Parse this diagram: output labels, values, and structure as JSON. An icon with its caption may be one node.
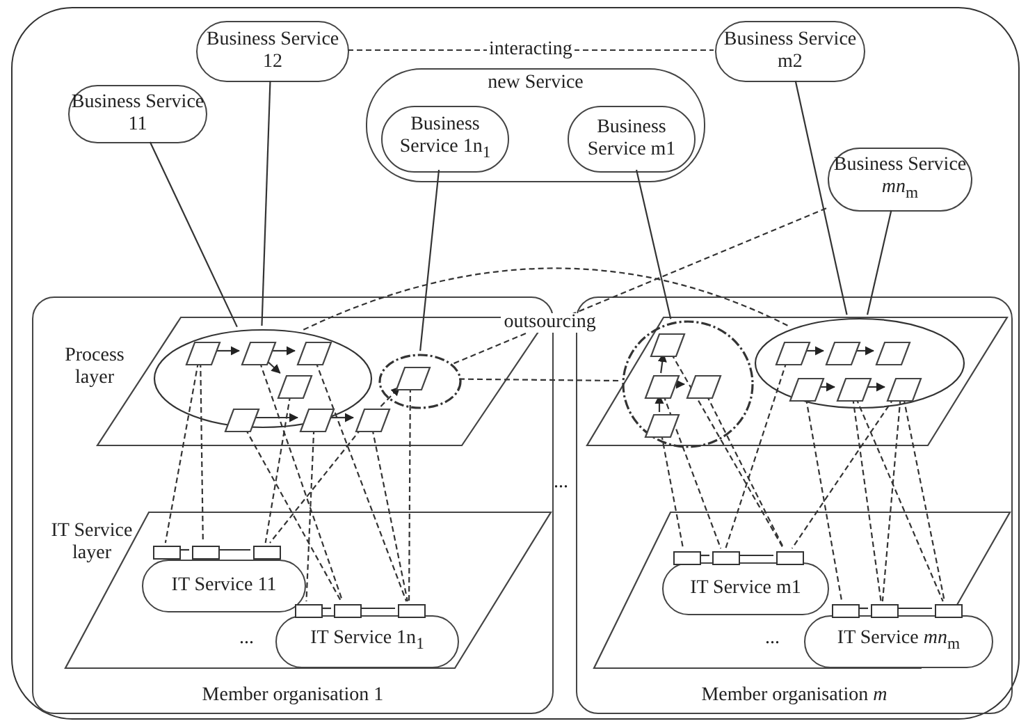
{
  "diagram": {
    "nodes": [
      {
        "text": [],
        "shape": "box"
      },
      {
        "text": [
          "Business Service 12"
        ],
        "in": 0
      },
      {
        "text": [
          "Business Service m2"
        ],
        "in": 0
      },
      {
        "text": [
          "new Service"
        ],
        "in": 0
      },
      {
        "text": [
          "Business Service 1n$_{1}$"
        ],
        "in": 3
      },
      {
        "text": [
          "Business Service m1"
        ],
        "in": 3
      },
      {
        "text": [
          "Business Service 11"
        ],
        "in": 0
      },
      {
        "text": [
          "Business Service *mn*$_{m}$"
        ],
        "in": 0
      },
      {
        "text": [
          "Member organisation 1"
        ],
        "in": 0
      },
      {
        "text": [
          "Process layer"
        ],
        "in": 8
      },
      {
        "text": [],
        "shape": "ellipse",
        "in": 9
      },
      {
        "text": [],
        "shape": "ellipse",
        "in": 9
      },
      {
        "text": [
          "IT Service layer"
        ],
        "in": 8
      },
      {
        "text": [
          "IT Service 11"
        ],
        "in": 12
      },
      {
        "text": [
          "IT Service 1n$_{1}$"
        ],
        "in": 12
      },
      {
        "text": [
          "Member organisation *m*"
        ],
        "in": 0
      },
      {
        "text": [],
        "shape": "parallelogram",
        "in": 15
      },
      {
        "text": [],
        "shape": "ellipse",
        "in": 16
      },
      {
        "text": [],
        "shape": "ellipse",
        "in": 16
      },
      {
        "text": [],
        "shape": "parallelogram",
        "in": 15
      },
      {
        "text": [
          "IT Service m1"
        ],
        "in": 19
      },
      {
        "text": [
          "IT Service *mn*$_{m}$"
        ],
        "in": 19
      },
      {
        "text": [],
        "shape": "parallelogram",
        "in": 10
      },
      {
        "text": [],
        "shape": "parallelogram",
        "in": 10
      },
      {
        "text": [],
        "shape": "parallelogram",
        "in": 10
      },
      {
        "text": [],
        "shape": "parallelogram",
        "in": 10
      },
      {
        "text": [],
        "shape": "parallelogram",
        "in": 9
      },
      {
        "text": [],
        "shape": "parallelogram",
        "in": 9
      },
      {
        "text": [],
        "shape": "parallelogram",
        "in": 9
      },
      {
        "text": [],
        "shape": "parallelogram",
        "in": 11
      },
      {
        "text": [],
        "shape": "box",
        "in": 12
      },
      {
        "text": [],
        "shape": "box",
        "in": 12
      },
      {
        "text": [],
        "shape": "box",
        "in": 12
      },
      {
        "text": [],
        "shape": "box",
        "in": 12
      },
      {
        "text": [],
        "shape": "box",
        "in": 12
      },
      {
        "text": [],
        "shape": "box",
        "in": 12
      },
      {
        "text": [],
        "shape": "parallelogram",
        "in": 17
      },
      {
        "text": [],
        "shape": "parallelogram",
        "in": 17
      },
      {
        "text": [],
        "shape": "parallelogram",
        "in": 17
      },
      {
        "text": [],
        "shape": "parallelogram",
        "in": 17
      },
      {
        "text": [],
        "shape": "parallelogram",
        "in": 18
      },
      {
        "text": [],
        "shape": "parallelogram",
        "in": 18
      },
      {
        "text": [],
        "shape": "parallelogram",
        "in": 18
      },
      {
        "text": [],
        "shape": "parallelogram",
        "in": 18
      },
      {
        "text": [],
        "shape": "parallelogram",
        "in": 18
      },
      {
        "text": [],
        "shape": "parallelogram",
        "in": 18
      },
      {
        "text": [],
        "shape": "box",
        "in": 19
      },
      {
        "text": [],
        "shape": "box",
        "in": 19
      },
      {
        "text": [],
        "shape": "box",
        "in": 19
      },
      {
        "text": [],
        "shape": "box",
        "in": 19
      },
      {
        "text": [],
        "shape": "box",
        "in": 19
      },
      {
        "text": [],
        "shape": "box",
        "in": 19
      }
    ],
    "edges": [
      {
        "from": 1,
        "to": 2,
        "arrow": "none",
        "style": "dashed",
        "label": "interacting"
      },
      {
        "from": 6,
        "to": 10,
        "arrow": "none"
      },
      {
        "from": 1,
        "to": 10,
        "arrow": "none"
      },
      {
        "from": 4,
        "to": 11,
        "arrow": "none"
      },
      {
        "from": 5,
        "to": 17,
        "arrow": "none"
      },
      {
        "from": 2,
        "to": 18,
        "arrow": "none"
      },
      {
        "from": 7,
        "to": 18,
        "arrow": "none"
      },
      {
        "from": 10,
        "to": 18,
        "arrow": "none",
        "style": "dashed"
      },
      {
        "from": 7,
        "to": 11,
        "arrow": "none",
        "style": "dashed",
        "label": "outsourcing"
      },
      {
        "from": 11,
        "to": 17,
        "arrow": "none",
        "style": "dashed"
      },
      {
        "from": 22,
        "to": 23,
        "arrow": "to"
      },
      {
        "from": 23,
        "to": 24,
        "arrow": "to"
      },
      {
        "from": 23,
        "to": 25,
        "arrow": "to"
      },
      {
        "from": 26,
        "to": 27,
        "arrow": "to"
      },
      {
        "from": 27,
        "to": 28,
        "arrow": "to"
      },
      {
        "from": 28,
        "to": 29,
        "arrow": "to",
        "style": "dashed"
      },
      {
        "from": 30,
        "to": 31,
        "arrow": "none"
      },
      {
        "from": 31,
        "to": 32,
        "arrow": "none"
      },
      {
        "from": 33,
        "to": 34,
        "arrow": "none"
      },
      {
        "from": 34,
        "to": 35,
        "arrow": "none"
      },
      {
        "from": 22,
        "to": 30,
        "arrow": "none",
        "style": "dashed"
      },
      {
        "from": 22,
        "to": 31,
        "arrow": "none",
        "style": "dashed"
      },
      {
        "from": 23,
        "to": 34,
        "arrow": "none",
        "style": "dashed"
      },
      {
        "from": 24,
        "to": 35,
        "arrow": "none",
        "style": "dashed"
      },
      {
        "from": 25,
        "to": 32,
        "arrow": "none",
        "style": "dashed"
      },
      {
        "from": 26,
        "to": 34,
        "arrow": "none",
        "style": "dashed"
      },
      {
        "from": 27,
        "to": 33,
        "arrow": "none",
        "style": "dashed"
      },
      {
        "from": 28,
        "to": 32,
        "arrow": "none",
        "style": "dashed"
      },
      {
        "from": 29,
        "to": 35,
        "arrow": "none",
        "style": "dashed"
      },
      {
        "from": 28,
        "to": 35,
        "arrow": "none",
        "style": "dashed"
      },
      {
        "from": 39,
        "to": 37,
        "arrow": "to"
      },
      {
        "from": 37,
        "to": 36,
        "arrow": "to"
      },
      {
        "from": 37,
        "to": 38,
        "arrow": "to"
      },
      {
        "from": 40,
        "to": 41,
        "arrow": "to"
      },
      {
        "from": 41,
        "to": 42,
        "arrow": "to"
      },
      {
        "from": 43,
        "to": 44,
        "arrow": "to"
      },
      {
        "from": 44,
        "to": 45,
        "arrow": "to"
      },
      {
        "from": 46,
        "to": 47,
        "arrow": "none"
      },
      {
        "from": 47,
        "to": 48,
        "arrow": "none"
      },
      {
        "from": 49,
        "to": 50,
        "arrow": "none"
      },
      {
        "from": 50,
        "to": 51,
        "arrow": "none"
      },
      {
        "from": 39,
        "to": 46,
        "arrow": "none",
        "style": "dashed"
      },
      {
        "from": 37,
        "to": 47,
        "arrow": "none",
        "style": "dashed"
      },
      {
        "from": 36,
        "to": 48,
        "arrow": "none",
        "style": "dashed"
      },
      {
        "from": 38,
        "to": 48,
        "arrow": "none",
        "style": "dashed"
      },
      {
        "from": 40,
        "to": 47,
        "arrow": "none",
        "style": "dashed"
      },
      {
        "from": 45,
        "to": 48,
        "arrow": "none",
        "style": "dashed"
      },
      {
        "from": 44,
        "to": 50,
        "arrow": "none",
        "style": "dashed"
      },
      {
        "from": 45,
        "to": 51,
        "arrow": "none",
        "style": "dashed"
      },
      {
        "from": 43,
        "to": 49,
        "arrow": "none",
        "style": "dashed"
      },
      {
        "from": 44,
        "to": 51,
        "arrow": "none",
        "style": "dashed"
      },
      {
        "from": 45,
        "to": 50,
        "arrow": "none",
        "style": "dashed"
      }
    ],
    "labels": [
      "...",
      "...",
      "..."
    ]
  }
}
